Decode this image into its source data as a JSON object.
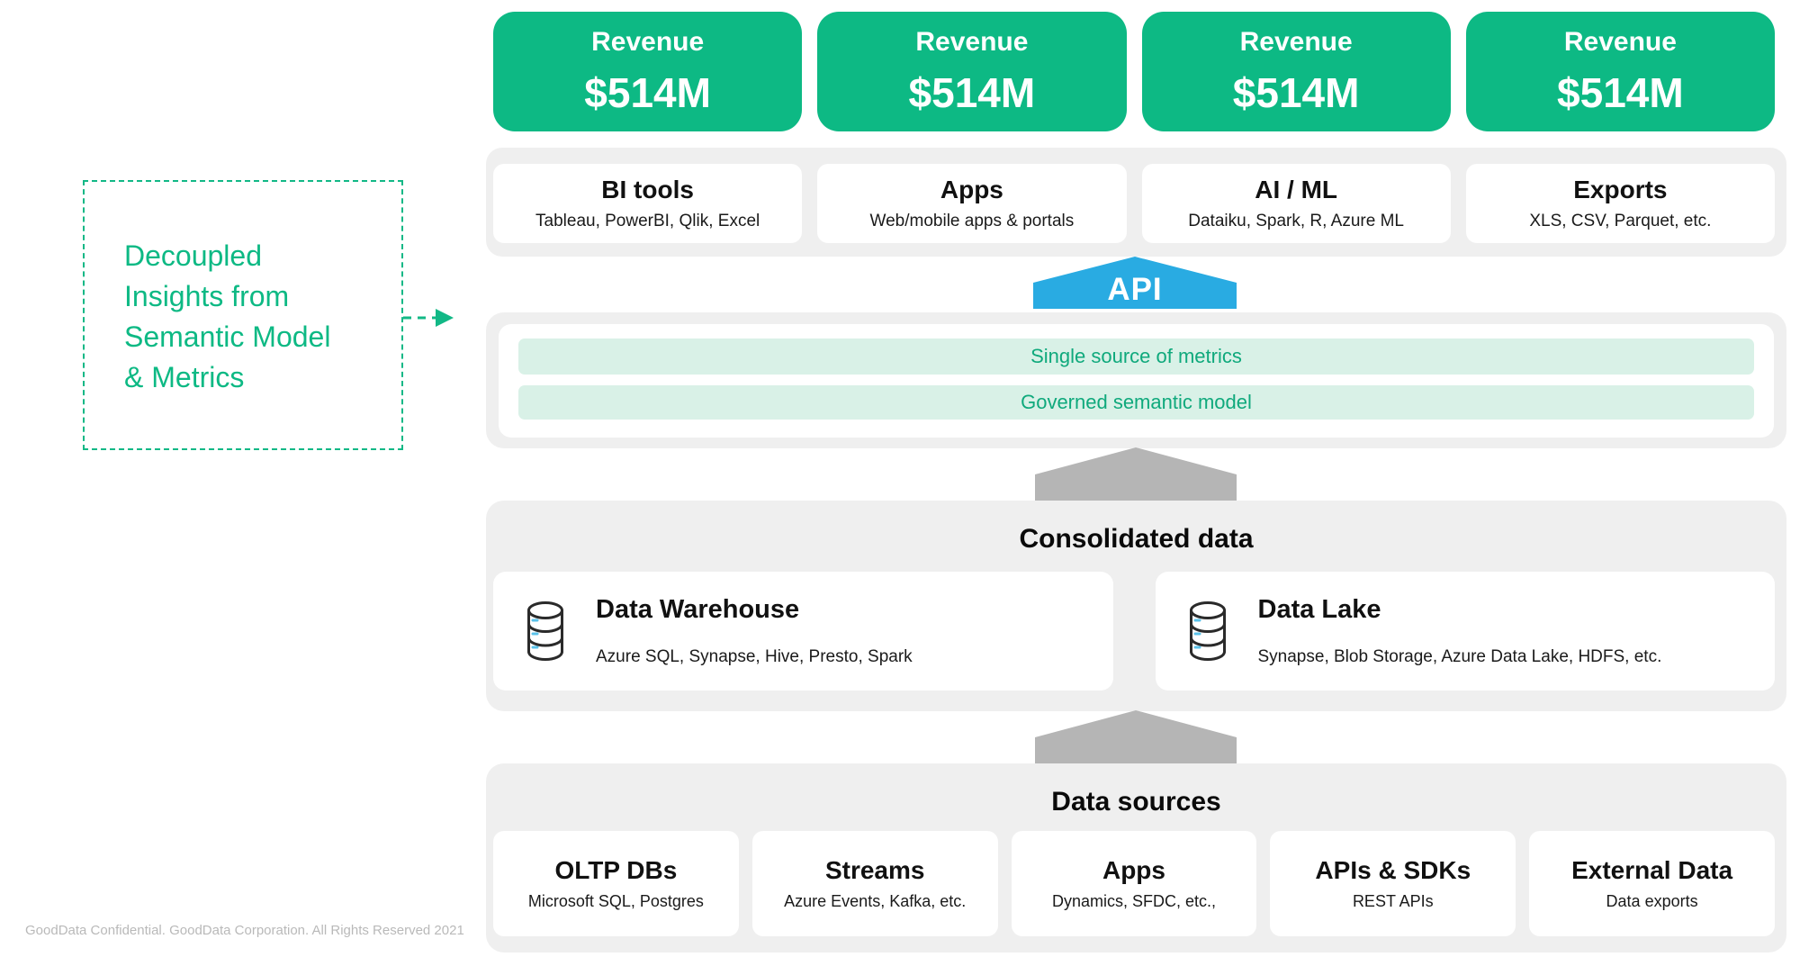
{
  "colors": {
    "brand_green": "#0db984",
    "light_green_bg": "#d9f1e7",
    "bar_text_green": "#0fa97c",
    "api_blue": "#29abe2",
    "arrow_gray": "#b5b5b5",
    "band_gray": "#efefef",
    "note_green": "#12b886"
  },
  "left_note": {
    "text": "Decoupled\nInsights from\nSemantic Model\n& Metrics"
  },
  "revenue_row": [
    {
      "label": "Revenue",
      "value": "$514M"
    },
    {
      "label": "Revenue",
      "value": "$514M"
    },
    {
      "label": "Revenue",
      "value": "$514M"
    },
    {
      "label": "Revenue",
      "value": "$514M"
    }
  ],
  "consumers": [
    {
      "title": "BI tools",
      "subtitle": "Tableau, PowerBI, Qlik, Excel"
    },
    {
      "title": "Apps",
      "subtitle": "Web/mobile apps & portals"
    },
    {
      "title": "AI / ML",
      "subtitle": "Dataiku, Spark, R, Azure ML"
    },
    {
      "title": "Exports",
      "subtitle": "XLS, CSV, Parquet, etc."
    }
  ],
  "api": {
    "label": "API"
  },
  "semantic": {
    "layers": [
      {
        "label": "Single source of metrics"
      },
      {
        "label": "Governed semantic model"
      }
    ]
  },
  "consolidated": {
    "heading": "Consolidated data",
    "cards": [
      {
        "title": "Data Warehouse",
        "subtitle": "Azure SQL, Synapse, Hive, Presto, Spark"
      },
      {
        "title": "Data Lake",
        "subtitle": "Synapse, Blob Storage, Azure Data Lake, HDFS, etc."
      }
    ]
  },
  "sources": {
    "heading": "Data sources",
    "cards": [
      {
        "title": "OLTP DBs",
        "subtitle": "Microsoft SQL, Postgres"
      },
      {
        "title": "Streams",
        "subtitle": "Azure Events, Kafka, etc."
      },
      {
        "title": "Apps",
        "subtitle": "Dynamics, SFDC, etc.,"
      },
      {
        "title": "APIs & SDKs",
        "subtitle": "REST APIs"
      },
      {
        "title": "External Data",
        "subtitle": "Data exports"
      }
    ]
  },
  "footer": {
    "text": "GoodData Confidential. GoodData Corporation. All Rights Reserved 2021"
  }
}
